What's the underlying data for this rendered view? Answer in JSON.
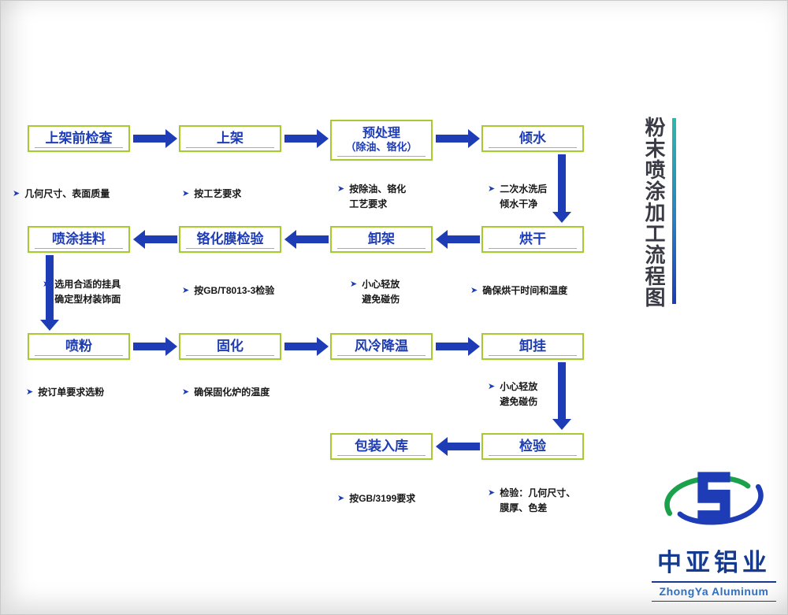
{
  "title": {
    "vertical": "粉末喷涂加工流程图"
  },
  "icons": {
    "note_arrow": "➤"
  },
  "nodes": {
    "check": {
      "label": "上架前检查",
      "note": "几何尺寸、表面质量"
    },
    "rack": {
      "label": "上架",
      "note": "按工艺要求"
    },
    "pretreat": {
      "label": "预处理",
      "label2": "（除油、铬化）",
      "note": "按除油、铬化\n工艺要求"
    },
    "drain": {
      "label": "倾水",
      "note": "二次水洗后\n倾水干净"
    },
    "hang": {
      "label": "喷涂挂料",
      "note": "选用合适的挂具\n确定型材装饰面"
    },
    "filmtest": {
      "label": "铬化膜检验",
      "note": "按GB/T8013-3检验"
    },
    "unrack": {
      "label": "卸架",
      "note": "小心轻放\n避免碰伤"
    },
    "dry": {
      "label": "烘干",
      "note": "确保烘干时间和温度"
    },
    "spray": {
      "label": "喷粉",
      "note": "按订单要求选粉"
    },
    "cure": {
      "label": "固化",
      "note": "确保固化炉的温度"
    },
    "cool": {
      "label": "风冷降温"
    },
    "unhang": {
      "label": "卸挂",
      "note": "小心轻放\n避免碰伤"
    },
    "pack": {
      "label": "包装入库",
      "note": "按GB/3199要求"
    },
    "inspect": {
      "label": "检验",
      "note": "检验：几何尺寸、\n膜厚、色差"
    }
  },
  "logo": {
    "cn": "中亚铝业",
    "en": "ZhongYa Aluminum"
  },
  "colors": {
    "box_border": "#a9c930",
    "flow_blue": "#1d3cb5",
    "accent_teal": "#2fb8ab",
    "logo_navy": "#163a8e"
  }
}
